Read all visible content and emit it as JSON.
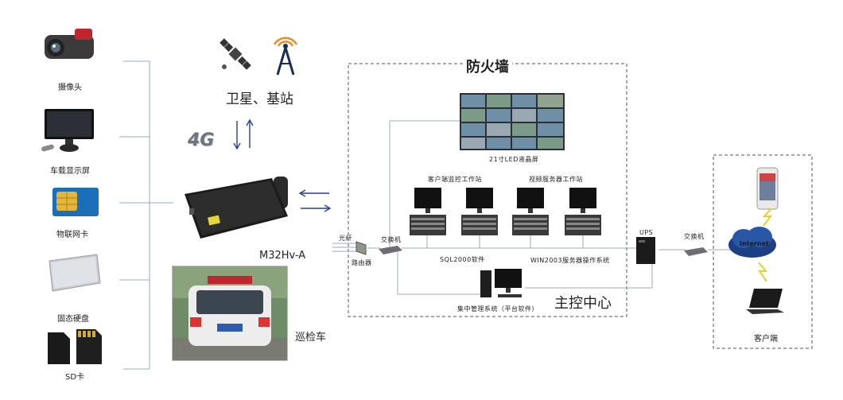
{
  "devices": {
    "camera": "摄像头",
    "display": "车载显示屏",
    "sim": "物联网卡",
    "ssd": "固态硬盘",
    "sd": "SD卡"
  },
  "network": {
    "satellite_label": "卫星、基站",
    "badge_4g": "4G",
    "main_device": "M32Hv-A",
    "vehicle": "巡检车"
  },
  "firewall": {
    "title": "防火墙",
    "led_screen": "21寸LED液晶屏",
    "client_station": "客户端监控工作站",
    "video_station": "视频服务器工作站",
    "fiber": "光纤",
    "switch": "交换机",
    "router": "路由器",
    "sql_software": "SQL2000软件",
    "win_os": "WIN2003服务器操作系统",
    "mgmt_system": "集中管理系统（平台软件）",
    "control_center": "主控中心"
  },
  "right": {
    "ups": "UPS",
    "switch": "交换机",
    "internet": "Internet",
    "client": "客户端"
  },
  "colors": {
    "line": "#9aa8c8",
    "arrow": "#2a3f8f",
    "dashed": "#555555"
  }
}
